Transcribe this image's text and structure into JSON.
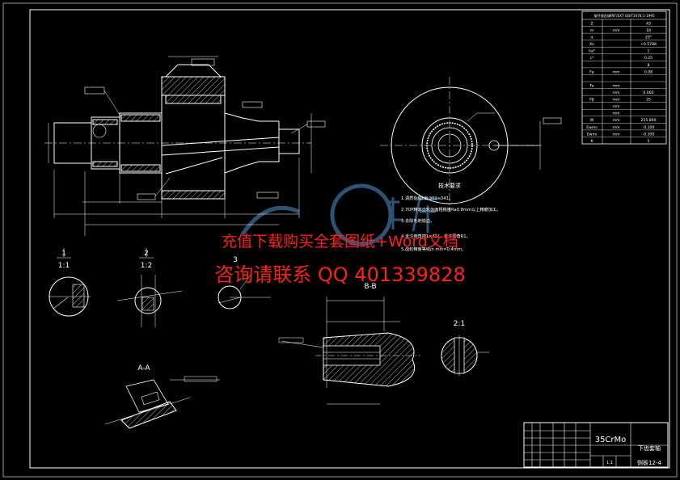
{
  "sections": {
    "s1": "1",
    "s1_1": "1:1",
    "s2": "2",
    "s1_2": "1:2",
    "s3": "3",
    "bb": "B-B",
    "aa": "A-A",
    "s21": "2:1"
  },
  "spec_table": {
    "header": "渐开线花键INT/EXT GB/T3478.1-1995",
    "rows": [
      {
        "label": "Z",
        "sub": "",
        "val": "43"
      },
      {
        "label": "m",
        "sub": "mm",
        "val": "18"
      },
      {
        "label": "α",
        "sub": "",
        "val": "20°"
      },
      {
        "label": "Xn",
        "sub": "",
        "val": "+0.5788"
      },
      {
        "label": "ha*",
        "sub": "",
        "val": "1"
      },
      {
        "label": "c*",
        "sub": "",
        "val": "0.25"
      },
      {
        "label": "",
        "sub": "",
        "val": "8"
      },
      {
        "label": "Fp",
        "sub": "mm",
        "val": "0.08"
      },
      {
        "label": "",
        "sub": "",
        "val": ""
      },
      {
        "label": "Fa",
        "sub": "mm",
        "val": ""
      },
      {
        "label": "",
        "sub": "mm",
        "val": "0.060"
      },
      {
        "label": "Fβ",
        "sub": "mm",
        "val": "25"
      },
      {
        "label": "",
        "sub": "mm",
        "val": ""
      },
      {
        "label": "",
        "sub": "mm",
        "val": ""
      },
      {
        "label": "W",
        "sub": "mm",
        "val": "255.890"
      },
      {
        "label": "Ewms",
        "sub": "mm",
        "val": "-0.200"
      },
      {
        "label": "Ewmi",
        "sub": "mm",
        "val": "-0.300"
      },
      {
        "label": "K",
        "sub": "",
        "val": "5"
      }
    ]
  },
  "tech_req": {
    "title": "技术要求",
    "items": [
      "1.调质处理HB 302~341。",
      "2.7DP精滚齿轮齿面粗糙度Ra0.8mm以上精磨加工。",
      "3.去除毛刺锐边。",
      "4.未注倒角按1×45°，未注圆角R1。",
      "5.齿轮精度等级jn min=0.4mm。"
    ]
  },
  "title_block": {
    "material": "35CrMo",
    "part_name": "下齿套轴",
    "drawing_no": "侧板12-4",
    "scale": "1:1"
  },
  "watermark": {
    "line1": "充值下载购买全套图纸+Word文档",
    "line2": "咨询请联系  QQ 401339828"
  },
  "colors": {
    "background": "#000000",
    "lines": "#ffffff",
    "watermark_text": "#ff1f1f",
    "logo": "#3a6f9a"
  }
}
